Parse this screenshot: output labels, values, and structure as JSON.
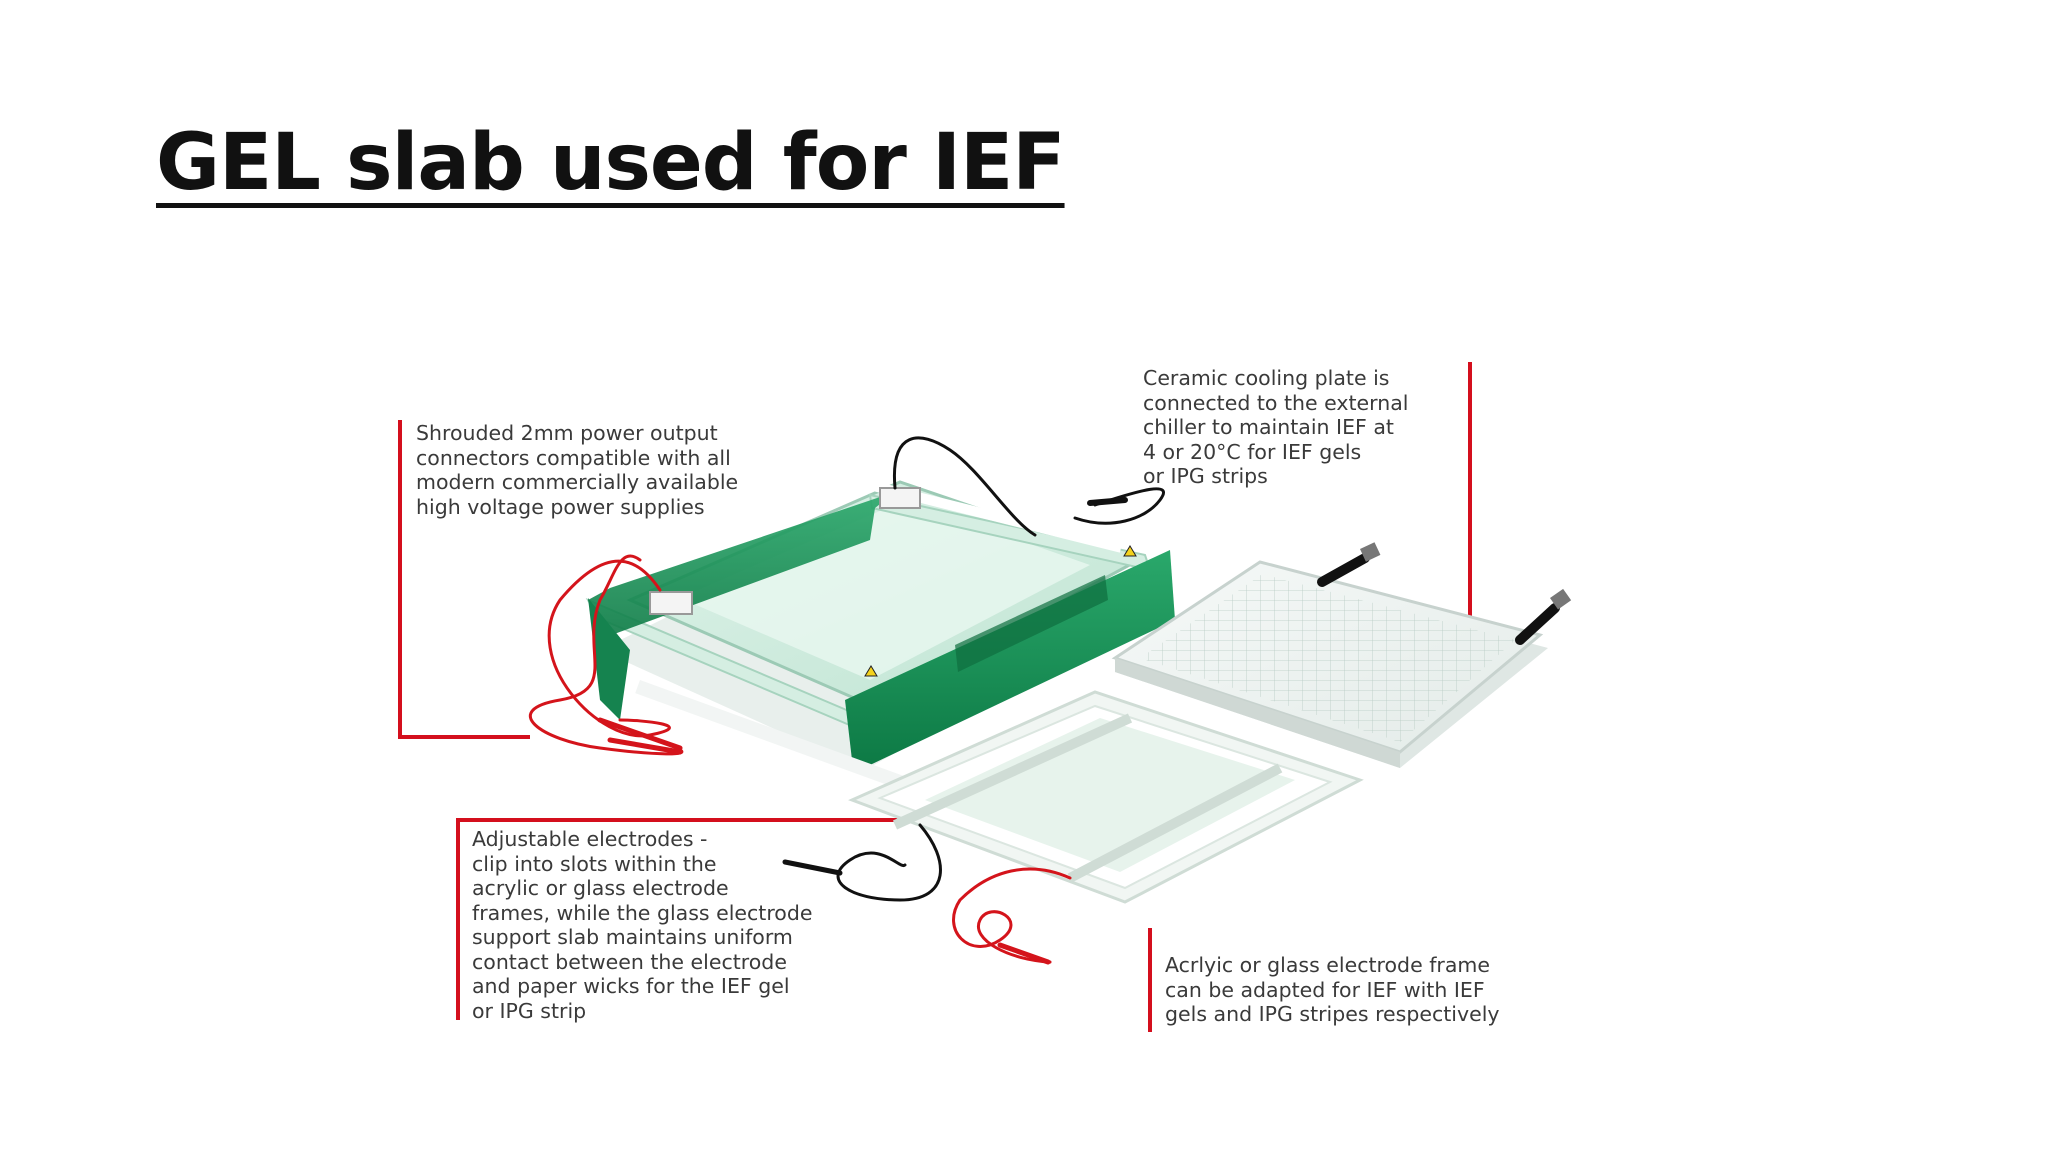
{
  "slide": {
    "title": "GEL slab used for IEF"
  },
  "figure": {
    "callouts": {
      "power_connectors": "Shrouded 2mm power output\nconnectors compatible with all\nmodern commercially available\nhigh voltage power supplies",
      "cooling_plate": "Ceramic cooling plate is\nconnected to the external\nchiller to maintain IEF at\n4 or 20°C for IEF gels\nor IPG strips",
      "electrodes": "Adjustable electrodes -\nclip into slots within the\nacrylic or glass electrode\nframes, while the glass electrode\nsupport slab  maintains uniform\ncontact between the electrode\nand paper wicks for the IEF gel\nor IPG strip",
      "electrode_frame": "Acrlyic or glass electrode frame\ncan be adapted for IEF with IEF\ngels and IPG stripes respectively"
    },
    "colors": {
      "leader_line": "#d40f1d",
      "tank_green": "#17925a",
      "wire_red": "#d4141b",
      "wire_black": "#111111"
    }
  }
}
